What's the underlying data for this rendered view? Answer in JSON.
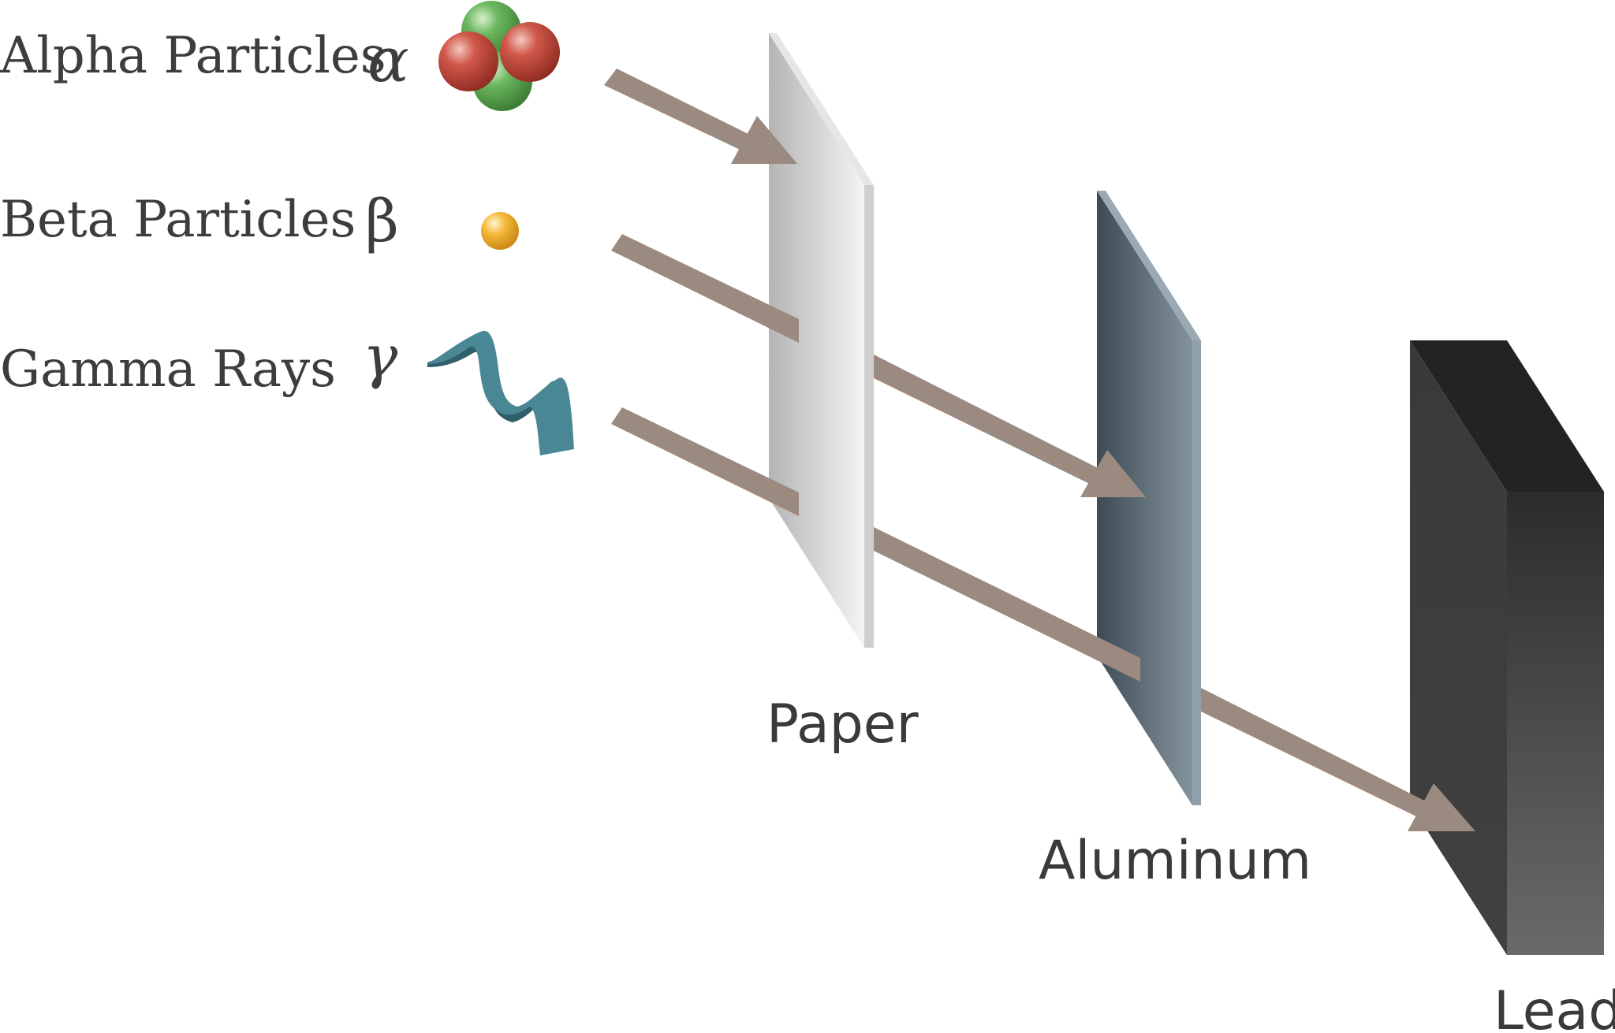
{
  "radiation_types": [
    {
      "name": "Alpha Particles",
      "symbol": "α"
    },
    {
      "name": "Beta Particles",
      "symbol": "β"
    },
    {
      "name": "Gamma Rays",
      "symbol": "γ"
    }
  ],
  "barriers": [
    {
      "name": "Paper"
    },
    {
      "name": "Aluminum"
    },
    {
      "name": "Lead"
    }
  ],
  "colors": {
    "arrow": "#9b8a7f",
    "alpha_proton": "#c0463a",
    "alpha_neutron": "#5aa552",
    "beta_particle": "#f0b030",
    "gamma_wave": "#4a8794",
    "paper": "#d8d8d8",
    "aluminum": "#5a6a75",
    "lead": "#3a3a3a",
    "text": "#3d3d3d"
  }
}
